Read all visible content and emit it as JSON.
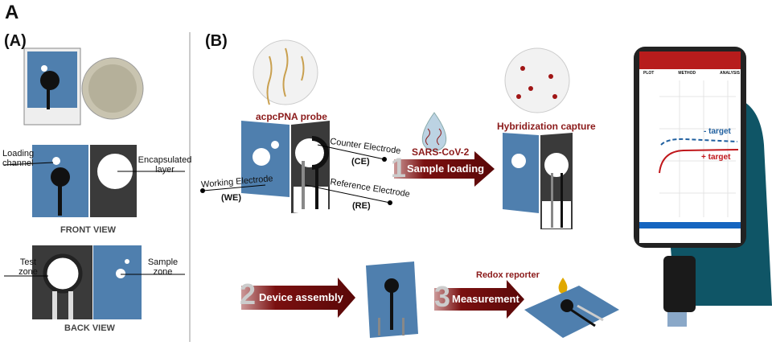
{
  "figure_label": "A",
  "panel_a": {
    "label": "(A)",
    "loading_channel": "Loading channel",
    "encapsulated_layer": "Encapsulated layer",
    "front_view": "FRONT VIEW",
    "test_zone": "Test zone",
    "sample_zone": "Sample zone",
    "back_view": "BACK VIEW"
  },
  "panel_b": {
    "label": "(B)",
    "probe": "acpcPNA probe",
    "counter_electrode": "Counter Electrode",
    "ce": "(CE)",
    "working_electrode": "Working Electrode",
    "we": "(WE)",
    "reference_electrode": "Reference Electrode",
    "re": "(RE)",
    "virus": "SARS-CoV-2",
    "step1_num": "1",
    "step1": "Sample loading",
    "hybridization": "Hybridization capture",
    "step2_num": "2",
    "step2": "Device assembly",
    "step3_num": "3",
    "step3": "Measurement",
    "redox": "Redox reporter",
    "minus_target": "- target",
    "plus_target": "+ target",
    "phone_tabs": [
      "PLOT",
      "METHOD",
      "ANALYSIS"
    ]
  },
  "colors": {
    "paper_blue": "#4f7fae",
    "dark_red": "#7a1010",
    "glove": "#0f5566",
    "minus_line": "#1f5f9f",
    "plus_line": "#c0171b"
  }
}
